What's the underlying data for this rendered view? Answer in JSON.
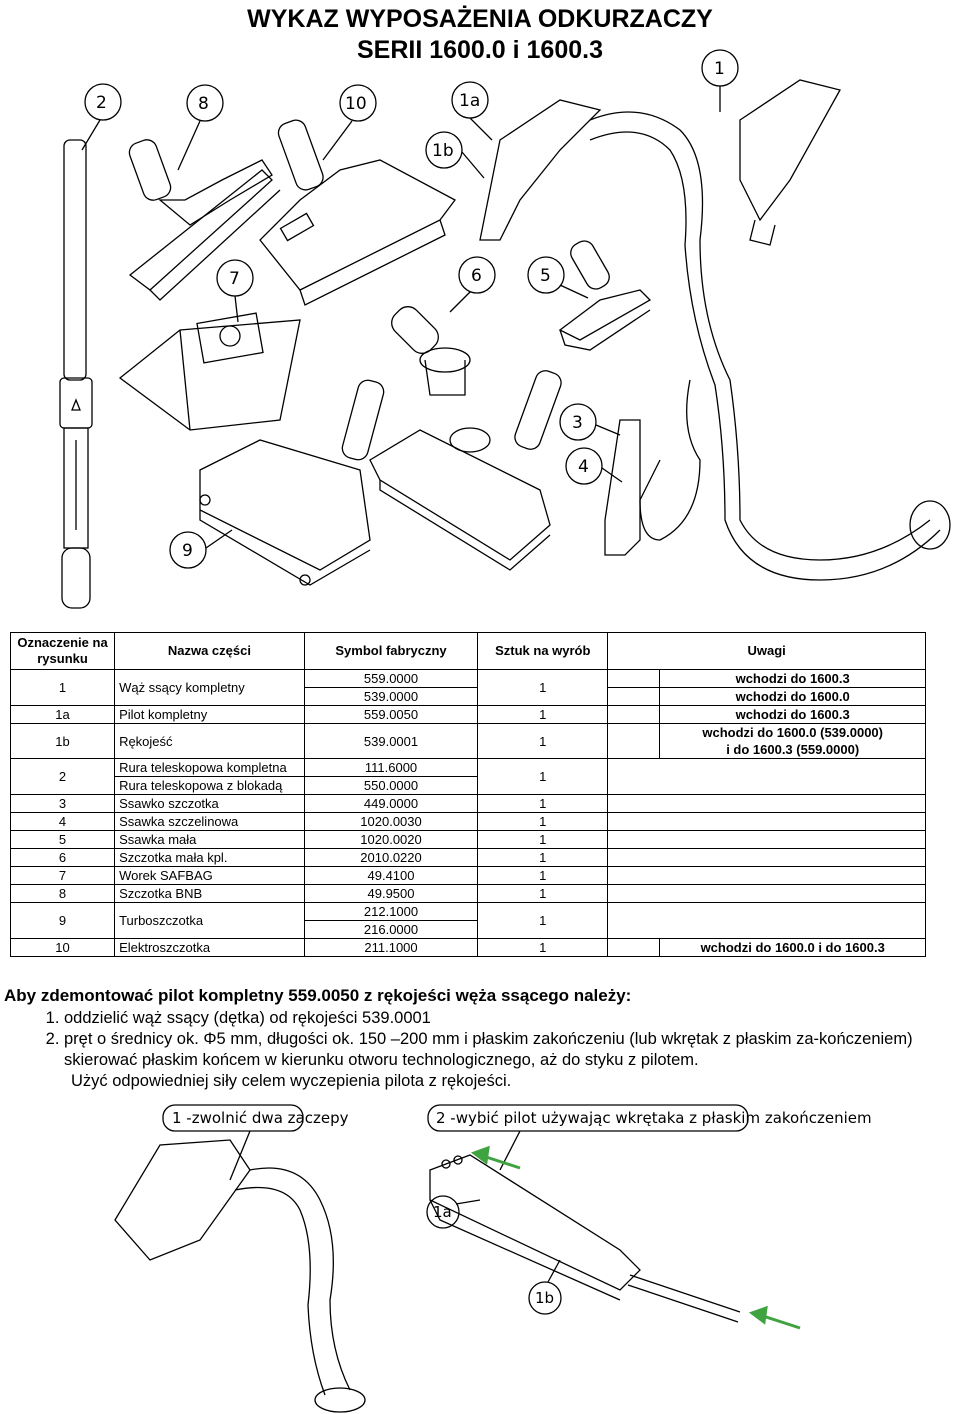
{
  "title": {
    "line1": "WYKAZ WYPOSAŻENIA ODKURZACZY",
    "line2": "SERII 1600.0 i 1600.3"
  },
  "figure_labels": [
    "2",
    "8",
    "10",
    "1a",
    "1b",
    "1",
    "7",
    "6",
    "5",
    "3",
    "4",
    "9"
  ],
  "table": {
    "headers": {
      "designation": "Oznaczenie na rysunku",
      "name": "Nazwa części",
      "symbol": "Symbol fabryczny",
      "qty": "Sztuk na wyrób",
      "notes": "Uwagi"
    },
    "rows": {
      "r1": {
        "no": "1",
        "name": "Wąż ssący kompletny",
        "sym_a": "559.0000",
        "sym_b": "539.0000",
        "qty": "1",
        "note_a": "wchodzi do 1600.3",
        "note_b": "wchodzi do 1600.0"
      },
      "r1a": {
        "no": "1a",
        "name": "Pilot kompletny",
        "sym": "559.0050",
        "qty": "1",
        "note": "wchodzi do 1600.3"
      },
      "r1b": {
        "no": "1b",
        "name": "Rękojeść",
        "sym": "539.0001",
        "qty": "1",
        "note_a": "wchodzi do 1600.0 (539.0000)",
        "note_b": "i do 1600.3 (559.0000)"
      },
      "r2": {
        "no": "2",
        "name_a": "Rura teleskopowa kompletna",
        "sym_a": "111.6000",
        "name_b": "Rura teleskopowa z blokadą",
        "sym_b": "550.0000",
        "qty": "1"
      },
      "r3": {
        "no": "3",
        "name": "Ssawko szczotka",
        "sym": "449.0000",
        "qty": "1"
      },
      "r4": {
        "no": "4",
        "name": "Ssawka szczelinowa",
        "sym": "1020.0030",
        "qty": "1"
      },
      "r5": {
        "no": "5",
        "name": "Ssawka mała",
        "sym": "1020.0020",
        "qty": "1"
      },
      "r6": {
        "no": "6",
        "name": "Szczotka mała kpl.",
        "sym": "2010.0220",
        "qty": "1"
      },
      "r7": {
        "no": "7",
        "name": "Worek SAFBAG",
        "sym": "49.4100",
        "qty": "1"
      },
      "r8": {
        "no": "8",
        "name": "Szczotka BNB",
        "sym": "49.9500",
        "qty": "1"
      },
      "r9": {
        "no": "9",
        "name": "Turboszczotka",
        "sym_a": "212.1000",
        "sym_b": "216.0000",
        "qty": "1"
      },
      "r10": {
        "no": "10",
        "name": "Elektroszczotka",
        "sym": "211.1000",
        "qty": "1",
        "note": "wchodzi do 1600.0 i do 1600.3"
      }
    }
  },
  "instructions": {
    "heading": "Aby zdemontować pilot kompletny 559.0050 z rękojeści węża ssącego należy:",
    "step1": "oddzielić wąż ssący (dętka) od rękojeści 539.0001",
    "step2": "pręt o średnicy ok. Φ5 mm, długości ok. 150 –200 mm i płaskim zakończeniu (lub wkrętak z płaskim za-kończeniem) skierować płaskim końcem w kierunku otworu technologicznego, aż do styku z pilotem.",
    "note": "Użyć odpowiedniej siły celem wyczepienia pilota z rękojeści."
  },
  "bottom_figure": {
    "callout1": "1 -zwolnić dwa zaczepy",
    "callout2": "2 -wybić pilot używając wkrętaka z płaskim zakończeniem",
    "label_1a": "1a",
    "label_1b": "1b"
  },
  "colors": {
    "line": "#000000",
    "arrow": "#3fa33f"
  }
}
